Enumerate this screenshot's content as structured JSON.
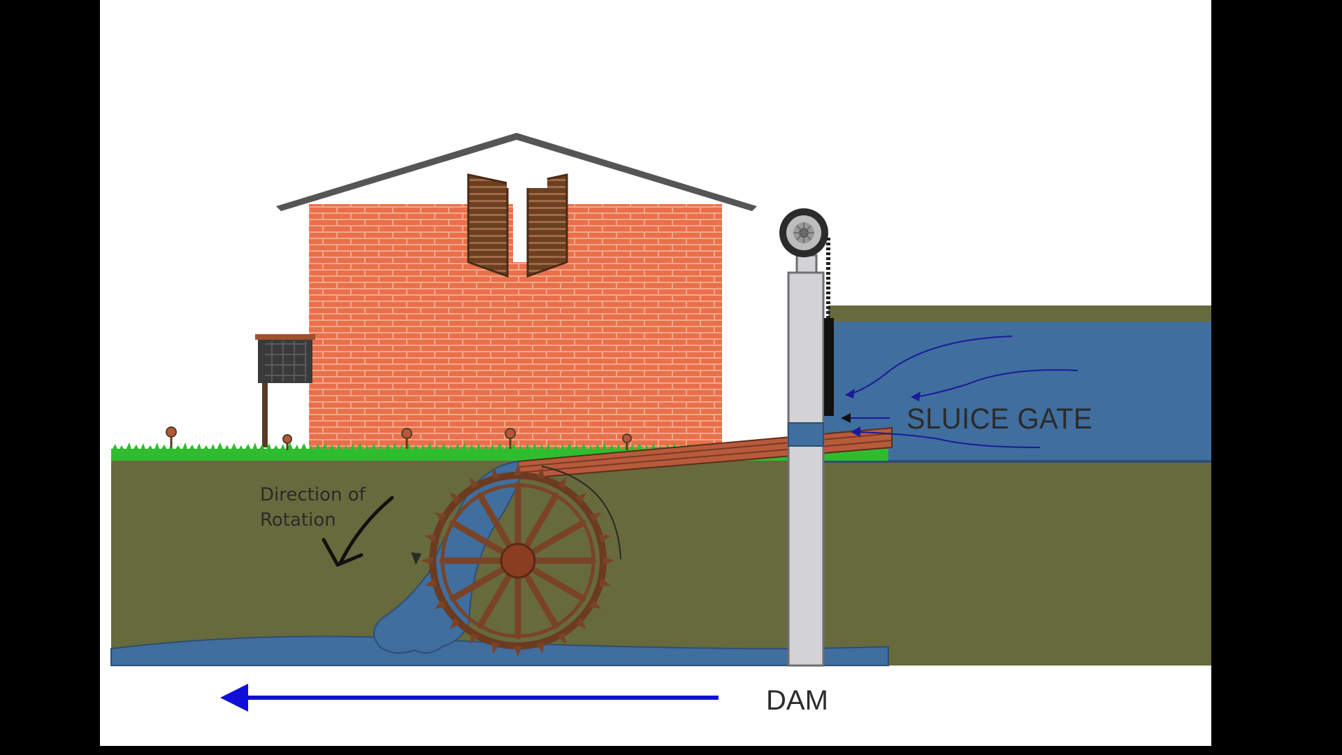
{
  "labels": {
    "rotation": "Direction of\nRotation",
    "sluice_gate": "SLUICE GATE",
    "dam": "DAM"
  },
  "colors": {
    "background": "#000000",
    "sky": "#ffffff",
    "brick": "#e9704a",
    "mortar": "#f2a58a",
    "roof": "#555555",
    "ground": "#676a3c",
    "grass": "#2fbd2f",
    "water": "#3f6e9f",
    "wood": "#7a4326",
    "pillar": "#d3d3d6",
    "flow_arrow": "#0f0fd8"
  }
}
